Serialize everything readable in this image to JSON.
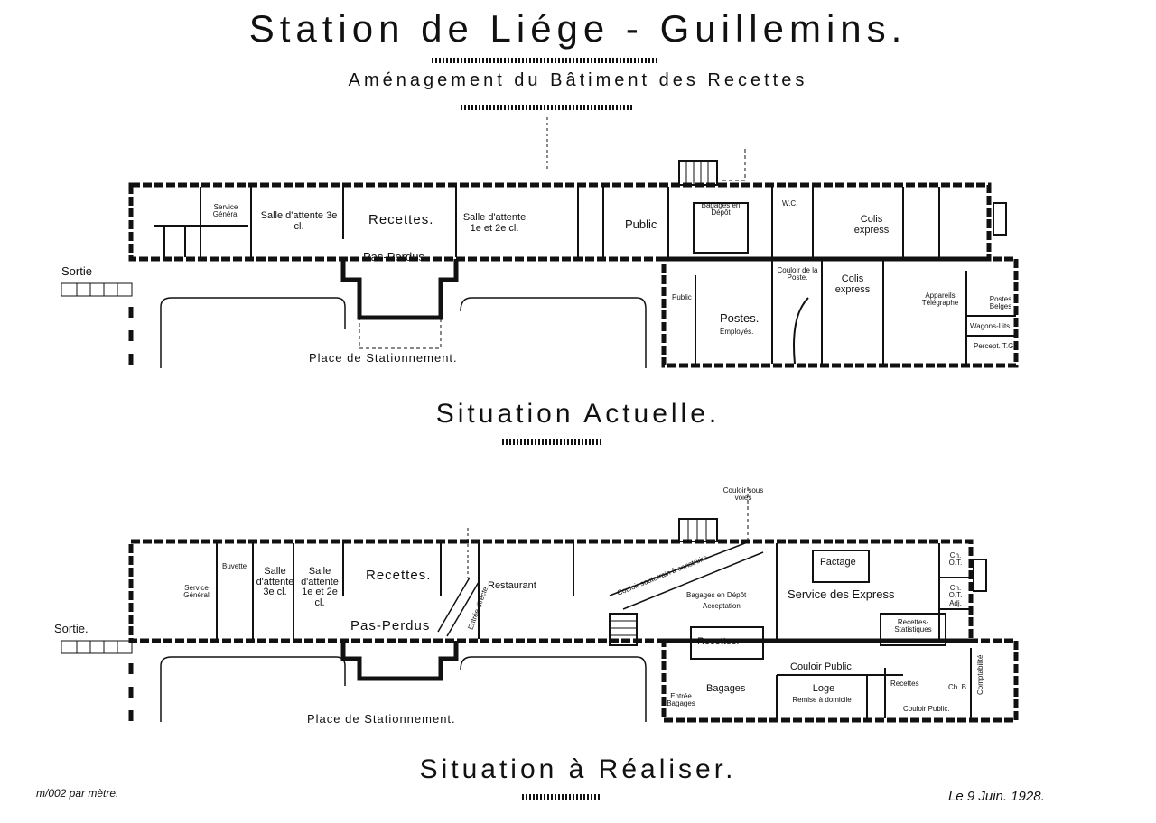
{
  "header": {
    "title": "Station de Liége - Guillemins.",
    "subtitle": "Aménagement du Bâtiment des Recettes"
  },
  "plan_actuelle": {
    "heading": "Situation Actuelle.",
    "labels": {
      "service_general": "Service Général",
      "salle_3cl": "Salle d'attente 3e cl.",
      "recettes": "Recettes.",
      "salle_12cl": "Salle d'attente 1e et 2e cl.",
      "public": "Public",
      "bagages_depot": "Bagages en Dépôt",
      "wc": "W.C.",
      "colis_express": "Colis express",
      "pas_perdus": "Pas-Perdus",
      "sortie": "Sortie",
      "public2": "Public",
      "postes": "Postes.",
      "employes": "Employés.",
      "couloir_poste": "Couloir de la Poste.",
      "colis_express2": "Colis express",
      "appareils": "Appareils Télégraphe",
      "postes_belges": "Postes Belges",
      "wagons_lits": "Wagons-Lits",
      "percept": "Percept. T.G.",
      "place": "Place de Stationnement."
    }
  },
  "plan_realiser": {
    "heading": "Situation à Réaliser.",
    "labels": {
      "couloir_voies": "Couloir sous voies",
      "service_general": "Service Général",
      "buvette": "Buvette",
      "salle_3cl": "Salle d'attente 3e cl.",
      "salle_12cl": "Salle d'attente 1e et 2e cl.",
      "recettes": "Recettes.",
      "restaurant": "Restaurant",
      "couloir_souterrain": "Couloir souterrain à construire",
      "factage": "Factage",
      "ch_ot": "Ch. O.T.",
      "ch_ot_adj": "Ch. O.T. Adj.",
      "bagages_depot": "Bagages en Dépôt",
      "acceptation": "Acceptation",
      "service_express": "Service des Express",
      "recettes_stat": "Recettes-Statistiques",
      "pas_perdus": "Pas-Perdus",
      "entree_directe": "Entrée directe",
      "sortie": "Sortie.",
      "recettes2": "Recettes.",
      "couloir_public": "Couloir Public.",
      "bagages": "Bagages",
      "entree_bagages": "Entrée Bagages",
      "loge": "Loge",
      "remise": "Remise à domicile",
      "recettes3": "Recettes",
      "ch_b": "Ch. B",
      "comptabilite": "Comptabilité",
      "couloir_public2": "Couloir Public.",
      "place": "Place de Stationnement."
    }
  },
  "footer": {
    "scale": "m/002 par mètre.",
    "date": "Le 9 Juin. 1928."
  }
}
